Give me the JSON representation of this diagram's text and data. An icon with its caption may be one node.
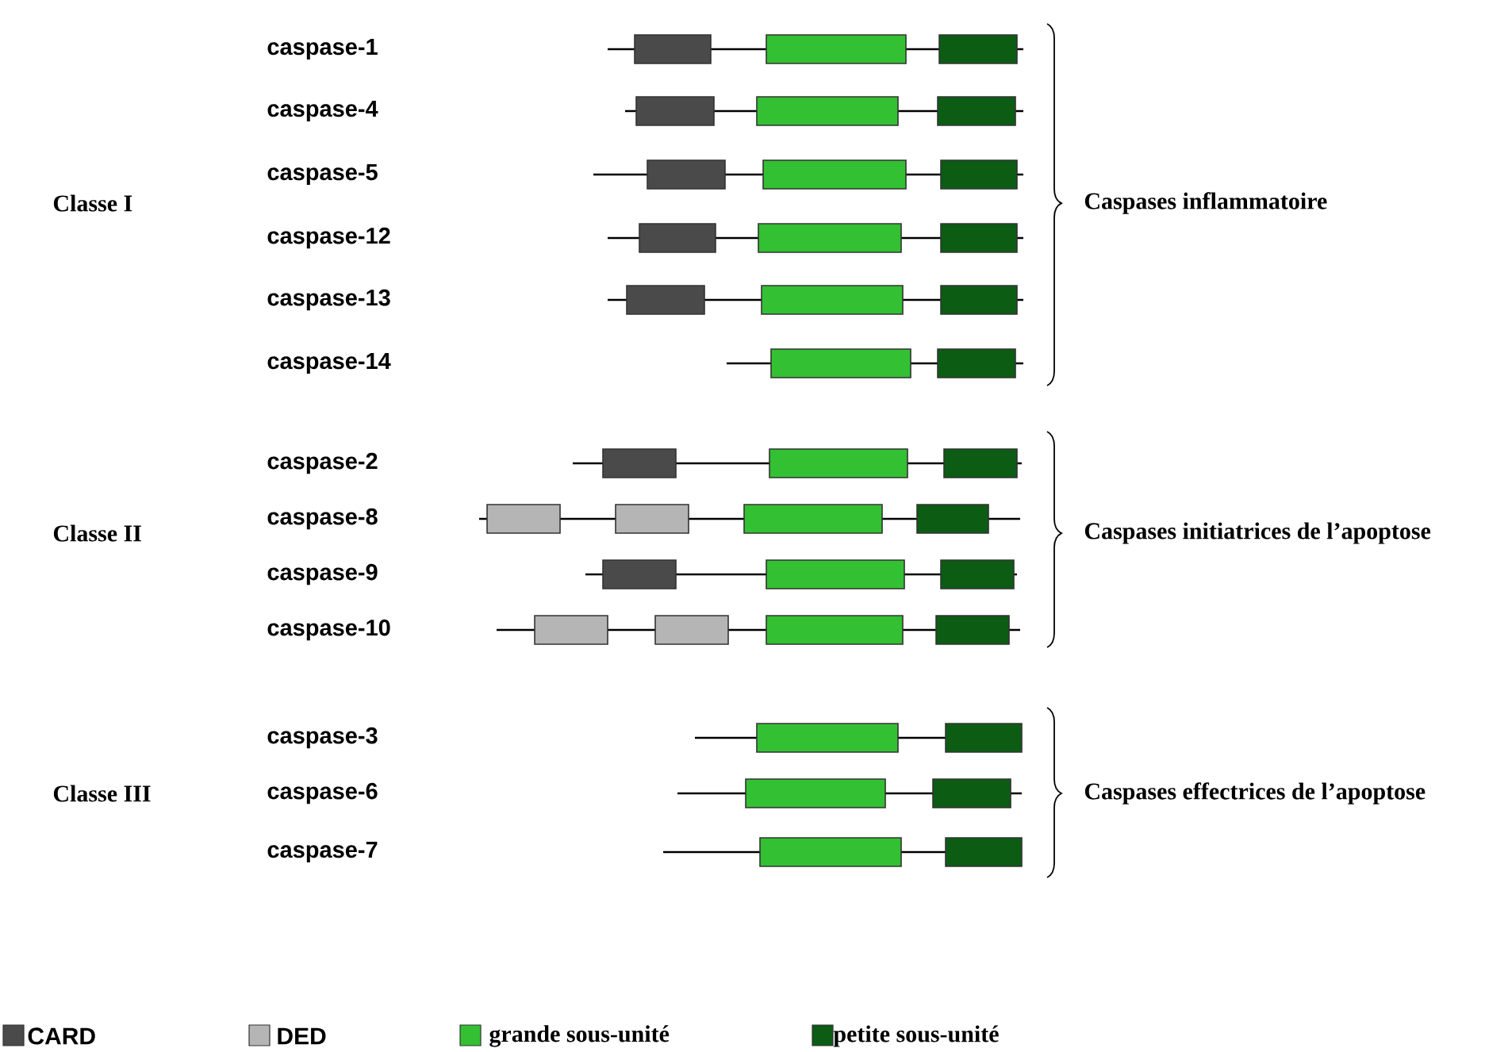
{
  "diagram": {
    "labels": [
      "caspase-1",
      "caspase-4",
      "caspase-5",
      "caspase-12",
      "caspase-13",
      "caspase-14",
      "Classe I",
      "Caspases inflammatoire",
      "caspase-2",
      "caspase-8",
      "caspase-9",
      "caspase-10",
      "Classe II",
      "Caspases initiatrices de l’apoptose",
      "caspase-3",
      "caspase-6",
      "caspase-7",
      "Classe III",
      "Caspases effectrices de l’apoptose"
    ],
    "legend": [
      {
        "text": "CARD",
        "color": "#4a4a4a"
      },
      {
        "text": "DED",
        "color": "#b5b5b5"
      },
      {
        "text": "grande sous-unité",
        "color": "#33c033"
      },
      {
        "text": "petite sous-unité",
        "color": "#0c5c14"
      }
    ]
  }
}
